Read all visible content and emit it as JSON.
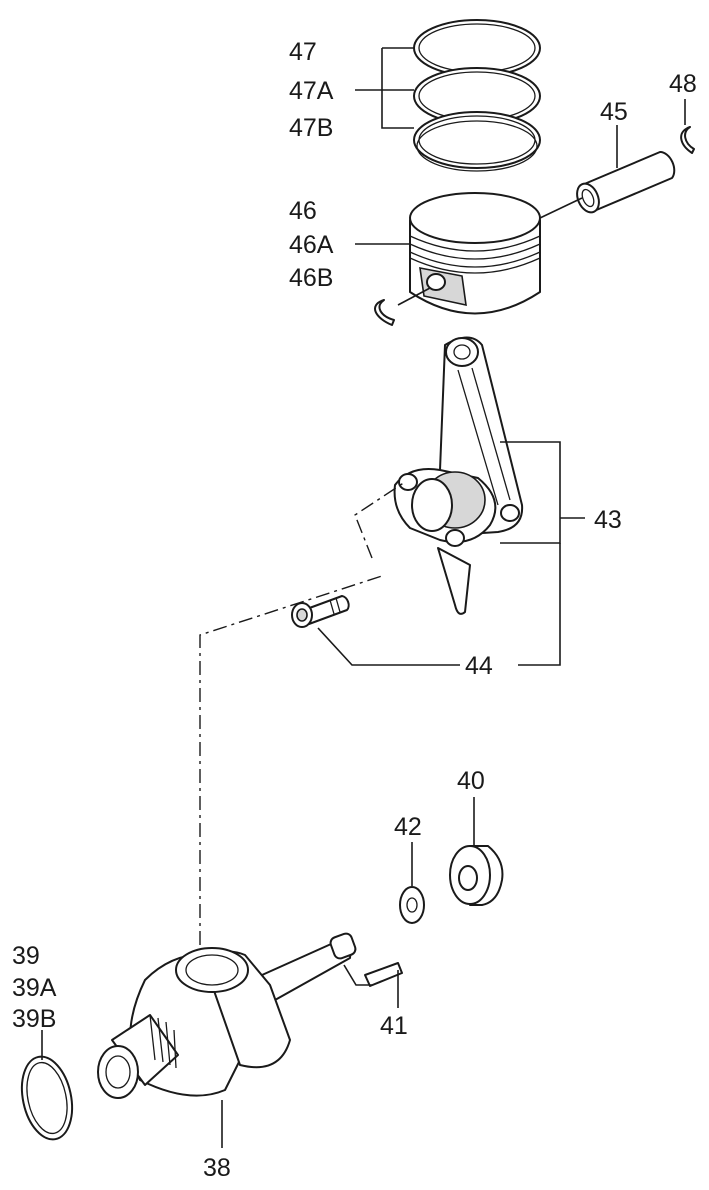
{
  "labels": {
    "p38": "38",
    "p39": "39",
    "p39A": "39A",
    "p39B": "39B",
    "p40": "40",
    "p41": "41",
    "p42": "42",
    "p43": "43",
    "p44": "44",
    "p45": "45",
    "p46": "46",
    "p46A": "46A",
    "p46B": "46B",
    "p47": "47",
    "p47A": "47A",
    "p47B": "47B",
    "p48": "48"
  },
  "colors": {
    "line": "#1a1a1a",
    "background": "#ffffff",
    "shade": "#d7d7d7"
  }
}
